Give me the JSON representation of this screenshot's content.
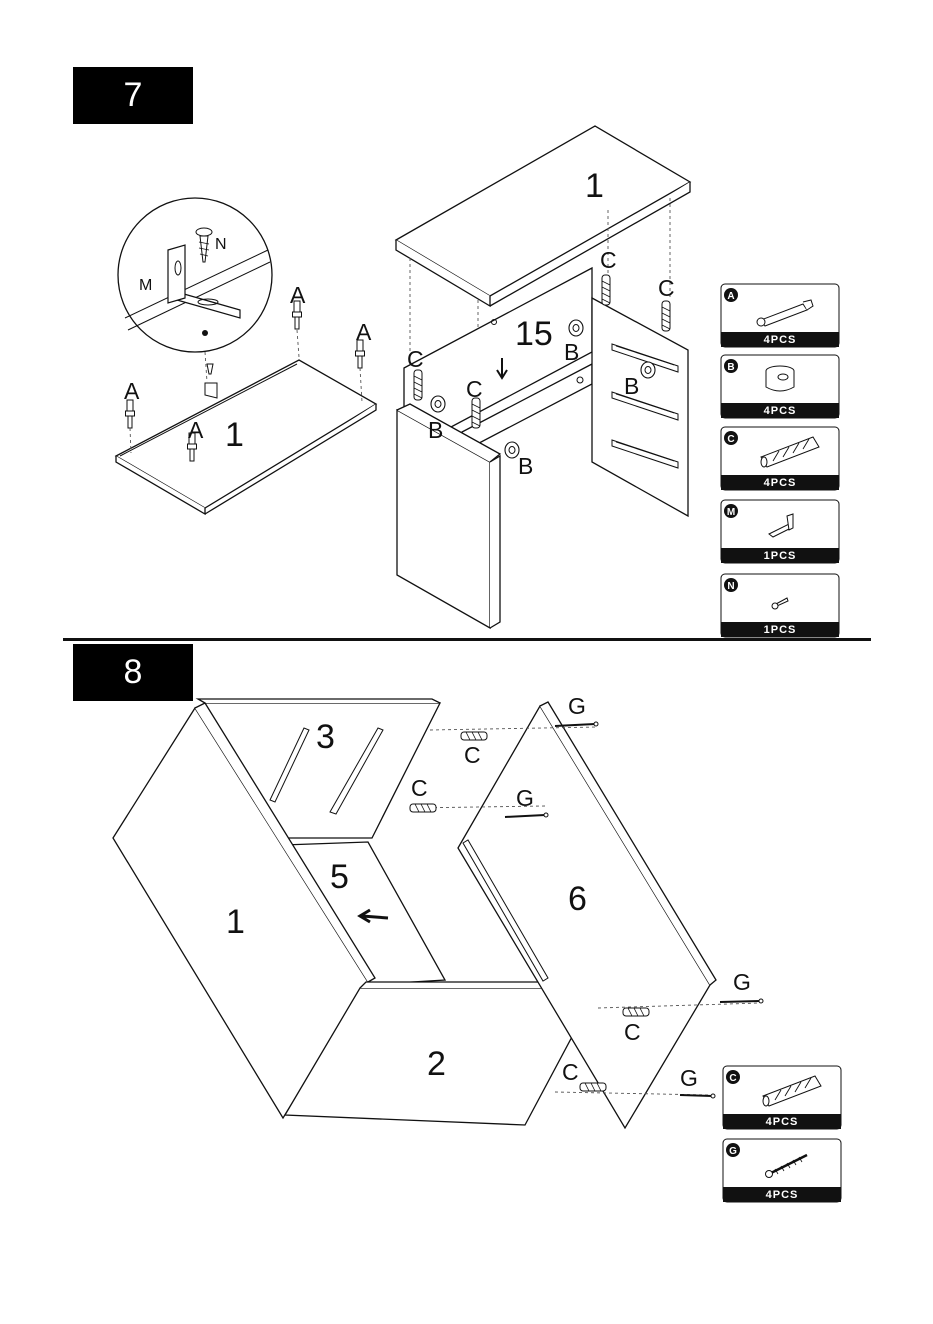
{
  "steps": [
    {
      "number": "7"
    },
    {
      "number": "8"
    }
  ],
  "step7": {
    "parts": {
      "top_panel": "1",
      "back_panel": "15",
      "bottom_view_panel": "1"
    },
    "detail_labels": {
      "bracket": "M",
      "screw": "N"
    },
    "hardware_labels": {
      "a": "A",
      "b": "B",
      "c": "C"
    },
    "cards": [
      {
        "letter": "A",
        "count": "4PCS",
        "icon": "cam-bolt-icon"
      },
      {
        "letter": "B",
        "count": "4PCS",
        "icon": "cam-lock-icon"
      },
      {
        "letter": "C",
        "count": "4PCS",
        "icon": "wooden-dowel-icon"
      },
      {
        "letter": "M",
        "count": "1PCS",
        "icon": "l-bracket-icon"
      },
      {
        "letter": "N",
        "count": "1PCS",
        "icon": "small-screw-icon"
      }
    ]
  },
  "step8": {
    "parts": {
      "side_left": "1",
      "bottom": "2",
      "drawer_panel": "3",
      "back": "5",
      "side_right": "6"
    },
    "hardware_labels": {
      "c": "C",
      "g": "G"
    },
    "cards": [
      {
        "letter": "C",
        "count": "4PCS",
        "icon": "wooden-dowel-icon"
      },
      {
        "letter": "G",
        "count": "4PCS",
        "icon": "long-screw-icon"
      }
    ]
  }
}
